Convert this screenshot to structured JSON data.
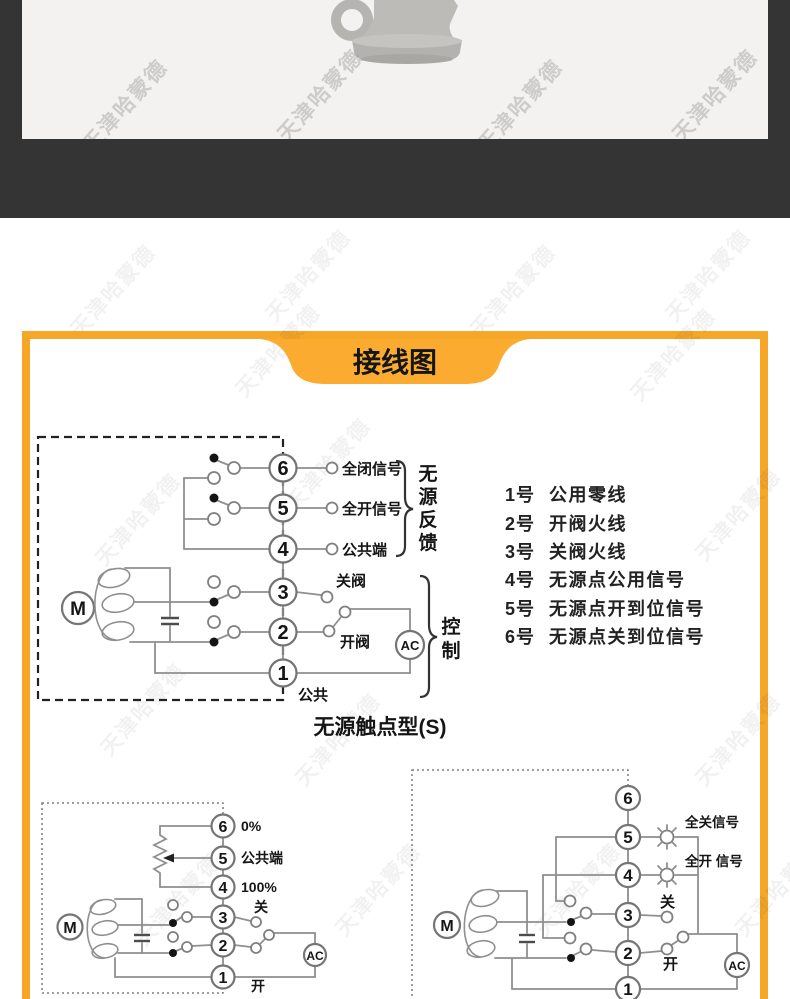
{
  "watermark": {
    "text": "天津哈蒙德"
  },
  "theme": {
    "accent_border": "#F7A728",
    "banner_fill": "#FAAB30",
    "dark_band": "#343434",
    "photo_bg": "#F3F2F1"
  },
  "banner": {
    "title": "接线图"
  },
  "symbols": {
    "motor": "M",
    "ac": "AC"
  },
  "main_diagram": {
    "terminals": [
      "6",
      "5",
      "4",
      "3",
      "2",
      "1"
    ],
    "labels": {
      "t6": "全闭信号",
      "t5": "全开信号",
      "t4": "公共端",
      "t3": "关阀",
      "t2": "开阀",
      "t1": "公共"
    },
    "feedback_brace": {
      "text": "无源反馈",
      "chars": [
        "无",
        "源",
        "反",
        "馈"
      ]
    },
    "control_brace": {
      "text": "控制",
      "chars": [
        "控",
        "制"
      ]
    },
    "caption": "无源触点型(S)"
  },
  "terminal_list": {
    "items": [
      {
        "no": "1号",
        "desc": "公用零线"
      },
      {
        "no": "2号",
        "desc": "开阀火线"
      },
      {
        "no": "3号",
        "desc": "关阀火线"
      },
      {
        "no": "4号",
        "desc": "无源点公用信号"
      },
      {
        "no": "5号",
        "desc": "无源点开到位信号"
      },
      {
        "no": "6号",
        "desc": "无源点关到位信号"
      }
    ]
  },
  "modulating_diagram": {
    "terminals": [
      "6",
      "5",
      "4",
      "3",
      "2",
      "1"
    ],
    "labels": {
      "t6": "0%",
      "t5": "公共端",
      "t4": "100%",
      "t3": "关",
      "t2": "开"
    }
  },
  "lamp_diagram": {
    "terminals": [
      "6",
      "5",
      "4",
      "3",
      "2",
      "1"
    ],
    "labels": {
      "t5": "全关信号",
      "t4": "全开 信号",
      "t3": "关",
      "t2": "开"
    }
  }
}
